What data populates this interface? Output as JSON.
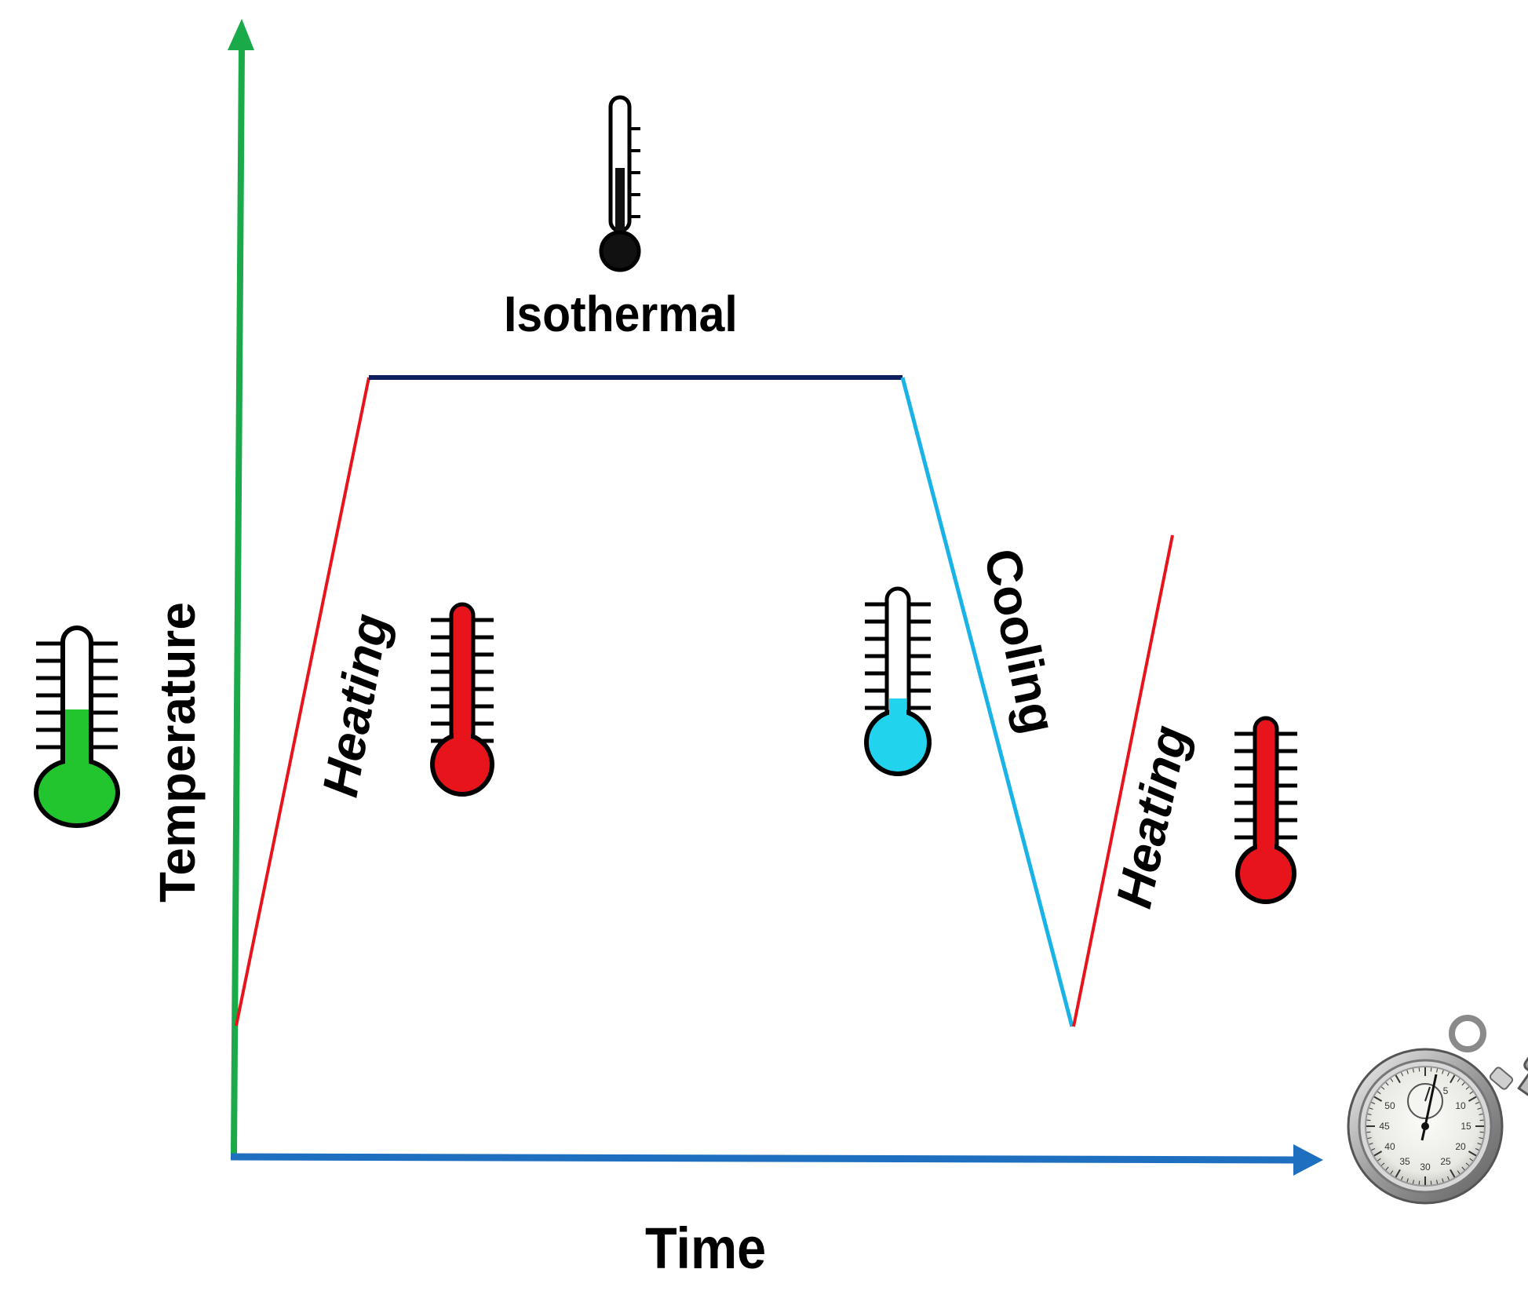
{
  "axes": {
    "y_label": "Temperature",
    "x_label": "Time"
  },
  "segments": [
    {
      "label": "Heating",
      "color": "#e8141b"
    },
    {
      "label": "Isothermal",
      "color": "#0d1f5c"
    },
    {
      "label": "Cooling",
      "color": "#19b3e6"
    },
    {
      "label": "Heating",
      "color": "#e8141b"
    }
  ],
  "colors": {
    "y_axis": "#1aaa4a",
    "x_axis": "#1f6fc0",
    "heating_thermometer": "#e8141b",
    "cooling_thermometer": "#22d3ee",
    "temperature_thermometer": "#22c52e",
    "isothermal_thermometer": "#111111"
  },
  "icons": {
    "temperature": "green-thermometer-icon",
    "isothermal": "black-thermometer-icon",
    "heating": "red-thermometer-icon",
    "cooling": "cyan-thermometer-icon",
    "time": "stopwatch-icon"
  },
  "stopwatch_dial": [
    "5",
    "10",
    "15",
    "20",
    "25",
    "30",
    "35",
    "40",
    "45",
    "50"
  ]
}
